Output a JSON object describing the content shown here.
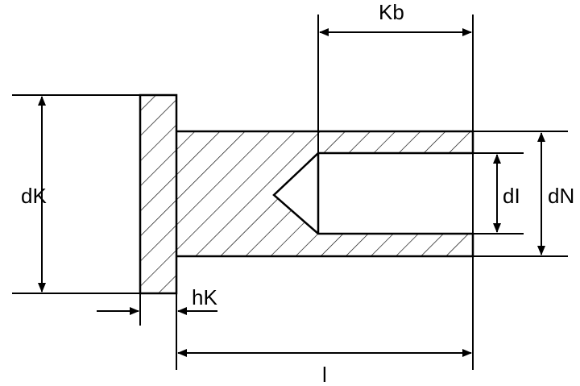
{
  "labels": {
    "head_diameter": "dK",
    "head_height": "hK",
    "length": "l",
    "thread_length": "Kb",
    "inner_diameter": "dI",
    "nominal_diameter": "dN"
  },
  "colors": {
    "line": "#000000",
    "background": "#ffffff"
  }
}
